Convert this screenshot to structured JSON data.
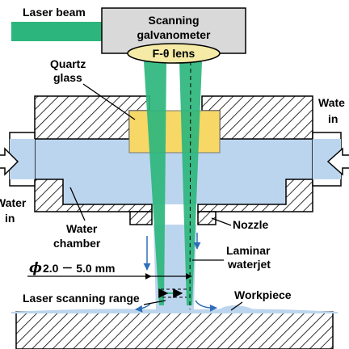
{
  "labels": {
    "laser_beam": "Laser beam",
    "galvanometer_line1": "Scanning",
    "galvanometer_line2": "galvanometer",
    "lens": "F-θ lens",
    "quartz_line1": "Quartz",
    "quartz_line2": "glass",
    "water_in_right_line1": "Wate",
    "water_in_right_line2": "in",
    "water_in_left_line1": "Water",
    "water_in_left_line2": "in",
    "water_chamber_line1": "Water",
    "water_chamber_line2": "chamber",
    "nozzle": "Nozzle",
    "laminar_line1": "Laminar",
    "laminar_line2": "waterjet",
    "diameter_symbol": "ϕ",
    "diameter_range": "2.0 － 5.0 mm",
    "scanning_range": "Laser scanning range",
    "workpiece": "Workpiece"
  },
  "colors": {
    "laser": "#2cb67d",
    "water": "#bcd5ee",
    "quartz": "#f7d766",
    "galvanometer": "#d9d9d9",
    "lens": "#f5eaa6",
    "arrow_blue": "#2f6fb8",
    "hatch": "#000000"
  }
}
